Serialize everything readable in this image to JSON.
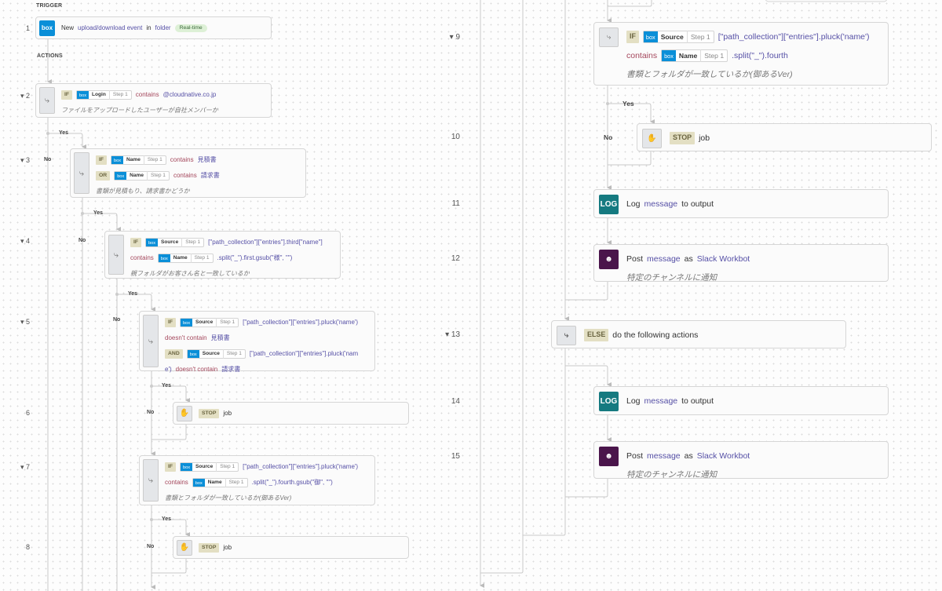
{
  "sections": {
    "trigger": "TRIGGER",
    "actions": "ACTIONS"
  },
  "branches": {
    "yes": "Yes",
    "no": "No"
  },
  "colors": {
    "box": "#0a8fd8",
    "operator": "#a4475c",
    "value": "#5650a6",
    "keyword_bg": "#e3dfc3",
    "log": "#157a80",
    "slack": "#4a154b"
  },
  "steps": [
    {
      "num": "1",
      "icon": "box",
      "lines": [
        [
          {
            "t": "txt",
            "v": "New"
          },
          {
            "t": "val",
            "v": "upload/download event"
          },
          {
            "t": "txt",
            "v": "in"
          },
          {
            "t": "val",
            "v": "folder"
          },
          {
            "t": "badge",
            "v": "Real-time"
          }
        ]
      ]
    },
    {
      "num": "2",
      "collapsible": true,
      "icon": "if",
      "lines": [
        [
          {
            "t": "kw",
            "v": "IF"
          },
          {
            "t": "pill",
            "f": "Login",
            "s": "Step 1"
          },
          {
            "t": "op",
            "v": "contains"
          },
          {
            "t": "val",
            "v": "@cloudnative.co.jp"
          }
        ],
        [
          {
            "t": "desc",
            "v": "ファイルをアップロードしたユーザーが自社メンバーか"
          }
        ]
      ]
    },
    {
      "num": "3",
      "collapsible": true,
      "icon": "if",
      "lines": [
        [
          {
            "t": "kw",
            "v": "IF"
          },
          {
            "t": "pill",
            "f": "Name",
            "s": "Step 1"
          },
          {
            "t": "op",
            "v": "contains"
          },
          {
            "t": "val",
            "v": "見積書"
          }
        ],
        [
          {
            "t": "kw",
            "v": "OR"
          },
          {
            "t": "pill",
            "f": "Name",
            "s": "Step 1"
          },
          {
            "t": "op",
            "v": "contains"
          },
          {
            "t": "val",
            "v": "請求書"
          }
        ],
        [
          {
            "t": "desc",
            "v": "書類が見積もり、請求書かどうか"
          }
        ]
      ]
    },
    {
      "num": "4",
      "collapsible": true,
      "icon": "if",
      "lines": [
        [
          {
            "t": "kw",
            "v": "IF"
          },
          {
            "t": "pill",
            "f": "Source",
            "s": "Step 1"
          },
          {
            "t": "val",
            "v": "[\"path_collection\"][\"entries\"].third[\"name\"]"
          }
        ],
        [
          {
            "t": "op",
            "v": "contains"
          },
          {
            "t": "pill",
            "f": "Name",
            "s": "Step 1"
          },
          {
            "t": "val",
            "v": ".split(\"_\").first.gsub(\"様\", \"\")"
          }
        ],
        [
          {
            "t": "desc",
            "v": "親フォルダがお客さん名と一致しているか"
          }
        ]
      ]
    },
    {
      "num": "5",
      "collapsible": true,
      "icon": "if",
      "lines": [
        [
          {
            "t": "kw",
            "v": "IF"
          },
          {
            "t": "pill",
            "f": "Source",
            "s": "Step 1"
          },
          {
            "t": "val",
            "v": "[\"path_collection\"][\"entries\"].pluck('name')"
          }
        ],
        [
          {
            "t": "op",
            "v": "doesn't contain"
          },
          {
            "t": "val",
            "v": "見積書"
          }
        ],
        [
          {
            "t": "kw",
            "v": "AND"
          },
          {
            "t": "pill",
            "f": "Source",
            "s": "Step 1"
          },
          {
            "t": "val",
            "v": "[\"path_collection\"][\"entries\"].pluck('nam"
          }
        ],
        [
          {
            "t": "val",
            "v": "e')"
          },
          {
            "t": "op",
            "v": "doesn't contain"
          },
          {
            "t": "val",
            "v": "請求書"
          }
        ]
      ]
    },
    {
      "num": "6",
      "icon": "stop",
      "lines": [
        [
          {
            "t": "kw",
            "v": "STOP"
          },
          {
            "t": "txt",
            "v": "job"
          }
        ]
      ]
    },
    {
      "num": "7",
      "collapsible": true,
      "icon": "if",
      "lines": [
        [
          {
            "t": "kw",
            "v": "IF"
          },
          {
            "t": "pill",
            "f": "Source",
            "s": "Step 1"
          },
          {
            "t": "val",
            "v": "[\"path_collection\"][\"entries\"].pluck('name')"
          }
        ],
        [
          {
            "t": "op",
            "v": "contains"
          },
          {
            "t": "pill",
            "f": "Name",
            "s": "Step 1"
          },
          {
            "t": "val",
            "v": ".split(\"_\").fourth.gsub(\"御\", \"\")"
          }
        ],
        [
          {
            "t": "desc",
            "v": "書類とフォルダが一致しているか(御あるVer)"
          }
        ]
      ]
    },
    {
      "num": "8",
      "icon": "stop",
      "lines": [
        [
          {
            "t": "kw",
            "v": "STOP"
          },
          {
            "t": "txt",
            "v": "job"
          }
        ]
      ]
    },
    {
      "num": "9",
      "collapsible": true,
      "icon": "if",
      "lines": [
        [
          {
            "t": "kw",
            "v": "IF"
          },
          {
            "t": "pill",
            "f": "Source",
            "s": "Step 1"
          },
          {
            "t": "val",
            "v": "[\"path_collection\"][\"entries\"].pluck('name')"
          }
        ],
        [
          {
            "t": "op",
            "v": "contains"
          },
          {
            "t": "pill",
            "f": "Name",
            "s": "Step 1"
          },
          {
            "t": "val",
            "v": ".split(\"_\").fourth"
          }
        ],
        [
          {
            "t": "desc",
            "v": "書類とフォルダが一致しているか(御あるVer)"
          }
        ]
      ]
    },
    {
      "num": "10",
      "icon": "stop",
      "lines": [
        [
          {
            "t": "kw",
            "v": "STOP"
          },
          {
            "t": "txt",
            "v": "job"
          }
        ]
      ]
    },
    {
      "num": "11",
      "icon": "log",
      "lines": [
        [
          {
            "t": "txt",
            "v": "Log"
          },
          {
            "t": "val",
            "v": "message"
          },
          {
            "t": "txt",
            "v": "to output"
          }
        ]
      ]
    },
    {
      "num": "12",
      "icon": "slack",
      "lines": [
        [
          {
            "t": "txt",
            "v": "Post"
          },
          {
            "t": "val",
            "v": "message"
          },
          {
            "t": "txt",
            "v": "as"
          },
          {
            "t": "val",
            "v": "Slack Workbot"
          }
        ],
        [
          {
            "t": "desc",
            "v": "特定のチャンネルに通知"
          }
        ]
      ]
    },
    {
      "num": "13",
      "collapsible": true,
      "icon": "else",
      "lines": [
        [
          {
            "t": "kw",
            "v": "ELSE"
          },
          {
            "t": "txt",
            "v": "do the following actions"
          }
        ]
      ]
    },
    {
      "num": "14",
      "icon": "log",
      "lines": [
        [
          {
            "t": "txt",
            "v": "Log"
          },
          {
            "t": "val",
            "v": "message"
          },
          {
            "t": "txt",
            "v": "to output"
          }
        ]
      ]
    },
    {
      "num": "15",
      "icon": "slack",
      "lines": [
        [
          {
            "t": "txt",
            "v": "Post"
          },
          {
            "t": "val",
            "v": "message"
          },
          {
            "t": "txt",
            "v": "as"
          },
          {
            "t": "val",
            "v": "Slack Workbot"
          }
        ],
        [
          {
            "t": "desc",
            "v": "特定のチャンネルに通知"
          }
        ]
      ]
    }
  ]
}
